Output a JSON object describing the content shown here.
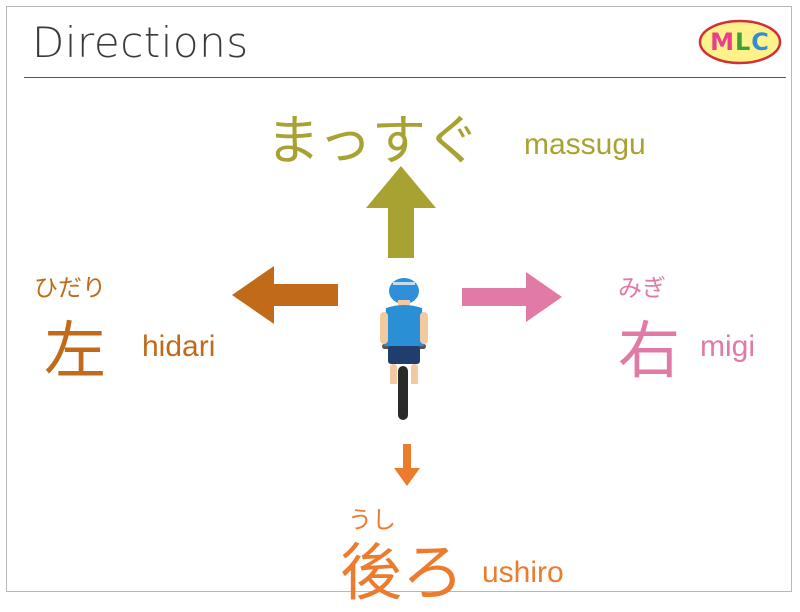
{
  "slide": {
    "title": "Directions",
    "logo": {
      "m": "M",
      "l": "L",
      "c": "C"
    }
  },
  "directions": {
    "straight": {
      "japanese": "まっすぐ",
      "romaji": "massugu",
      "color": "#a8a233"
    },
    "left": {
      "furigana": "ひだり",
      "kanji": "左",
      "romaji": "hidari",
      "color": "#c06a1a"
    },
    "right": {
      "furigana": "みぎ",
      "kanji": "右",
      "romaji": "migi",
      "color": "#e27aa6"
    },
    "back": {
      "furigana": "うし",
      "kanji": "後ろ",
      "romaji": "ushiro",
      "color": "#ec7b2e"
    }
  },
  "icons": [
    "arrow-up-icon",
    "arrow-left-icon",
    "arrow-right-icon",
    "arrow-down-icon",
    "cyclist-icon",
    "mlc-logo-icon"
  ]
}
